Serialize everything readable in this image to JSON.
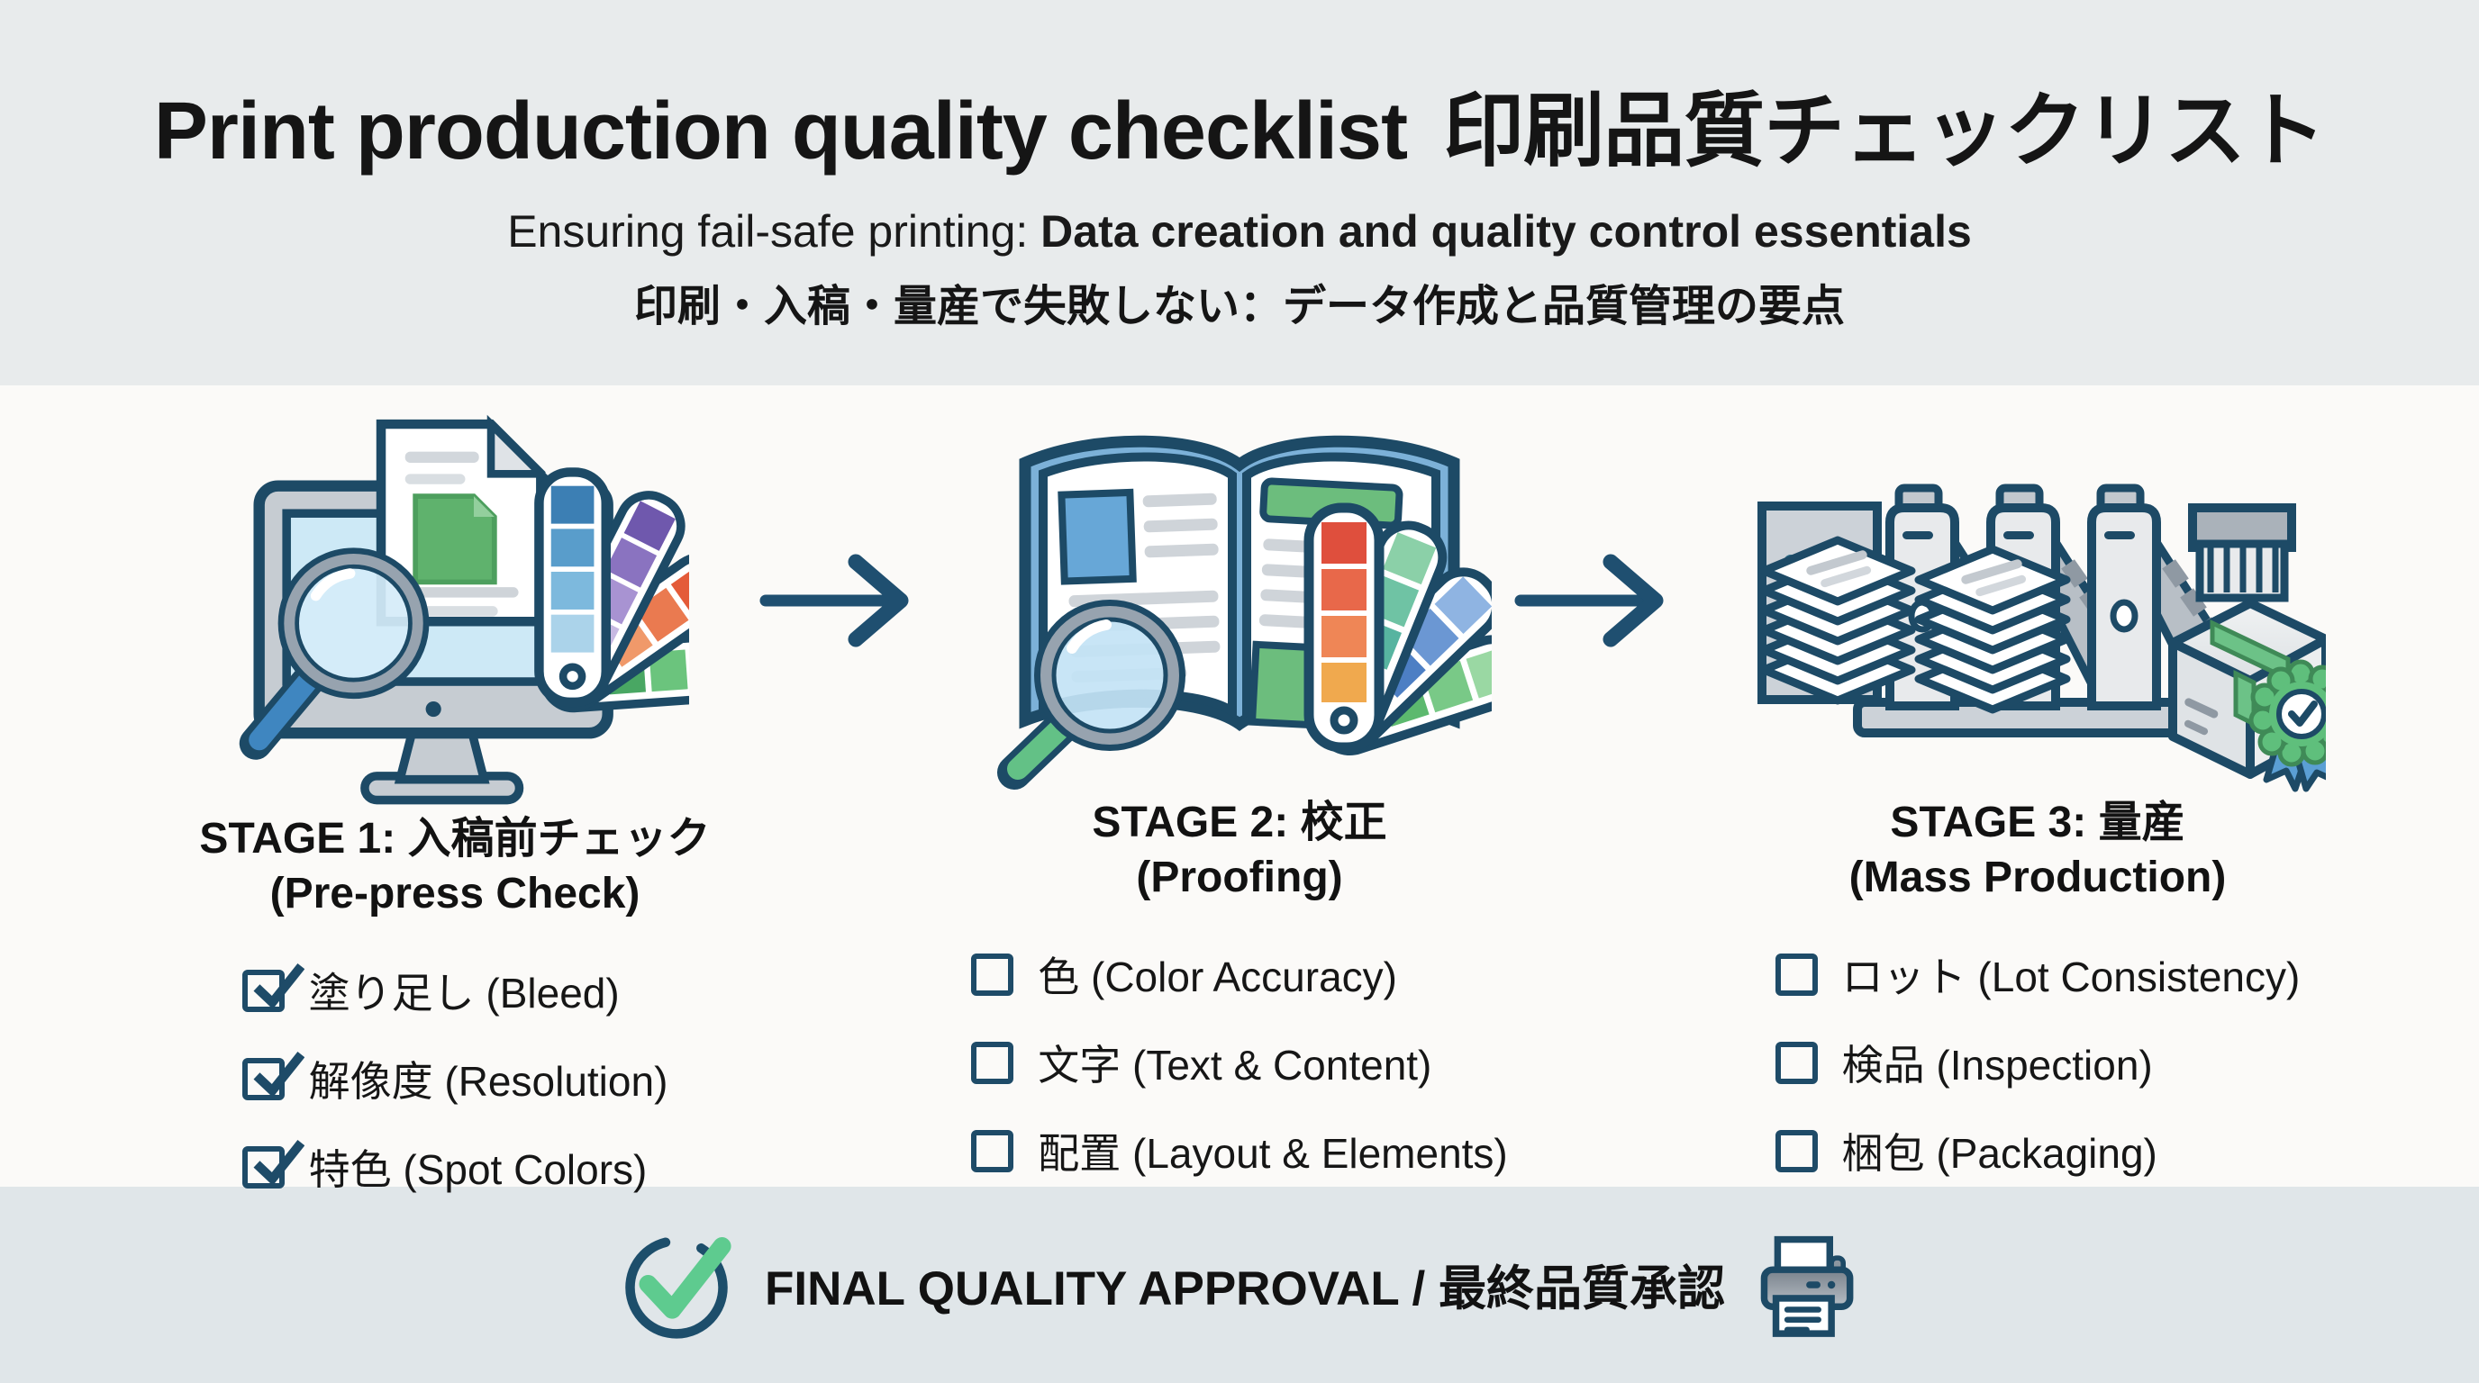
{
  "page": {
    "title_en": "Print production quality checklist",
    "title_ja": "印刷品質チェックリスト",
    "subtitle_normal": "Ensuring fail-safe printing: ",
    "subtitle_bold": "Data creation and quality control essentials",
    "subtitle_ja": "印刷・入稿・量産で失敗しない：データ作成と品質管理の要点"
  },
  "stages": [
    {
      "title": "STAGE 1: 入稿前チェック",
      "subtitle": "(Pre-press Check)",
      "icon": "prepress-monitor-icon",
      "items": [
        {
          "label": "塗り足し (Bleed)",
          "checked": true
        },
        {
          "label": "解像度 (Resolution)",
          "checked": true
        },
        {
          "label": "特色 (Spot Colors)",
          "checked": true
        }
      ]
    },
    {
      "title": "STAGE 2: 校正",
      "subtitle": "(Proofing)",
      "icon": "proofing-book-icon",
      "items": [
        {
          "label": "色 (Color Accuracy)",
          "checked": false
        },
        {
          "label": "文字 (Text & Content)",
          "checked": false
        },
        {
          "label": "配置 (Layout & Elements)",
          "checked": false
        }
      ]
    },
    {
      "title": "STAGE 3: 量産",
      "subtitle": "(Mass Production)",
      "icon": "press-production-icon",
      "items": [
        {
          "label": "ロット (Lot Consistency)",
          "checked": false
        },
        {
          "label": "検品 (Inspection)",
          "checked": false
        },
        {
          "label": "梱包 (Packaging)",
          "checked": false
        }
      ]
    }
  ],
  "footer": {
    "label": "FINAL QUALITY APPROVAL / 最終品質承認"
  },
  "icons": {
    "stage1": "prepress-monitor-icon",
    "stage2": "proofing-book-icon",
    "stage3": "press-production-icon",
    "arrow": "right-arrow-icon",
    "checked_box": "checked-checkbox-icon",
    "empty_box": "empty-checkbox-icon",
    "approval": "check-circle-icon",
    "printer": "printer-icon"
  },
  "colors": {
    "navy_outline": "#1e4b68",
    "green_check": "#5ecb8f",
    "band_grey": "#e8ebec",
    "footer_grey": "#e0e6e9",
    "content_white": "#fbfaf8",
    "swatch_blue": "#3c7fb4",
    "swatch_purple": "#6f58ad",
    "swatch_orange": "#e45b39",
    "swatch_green": "#49a763"
  }
}
